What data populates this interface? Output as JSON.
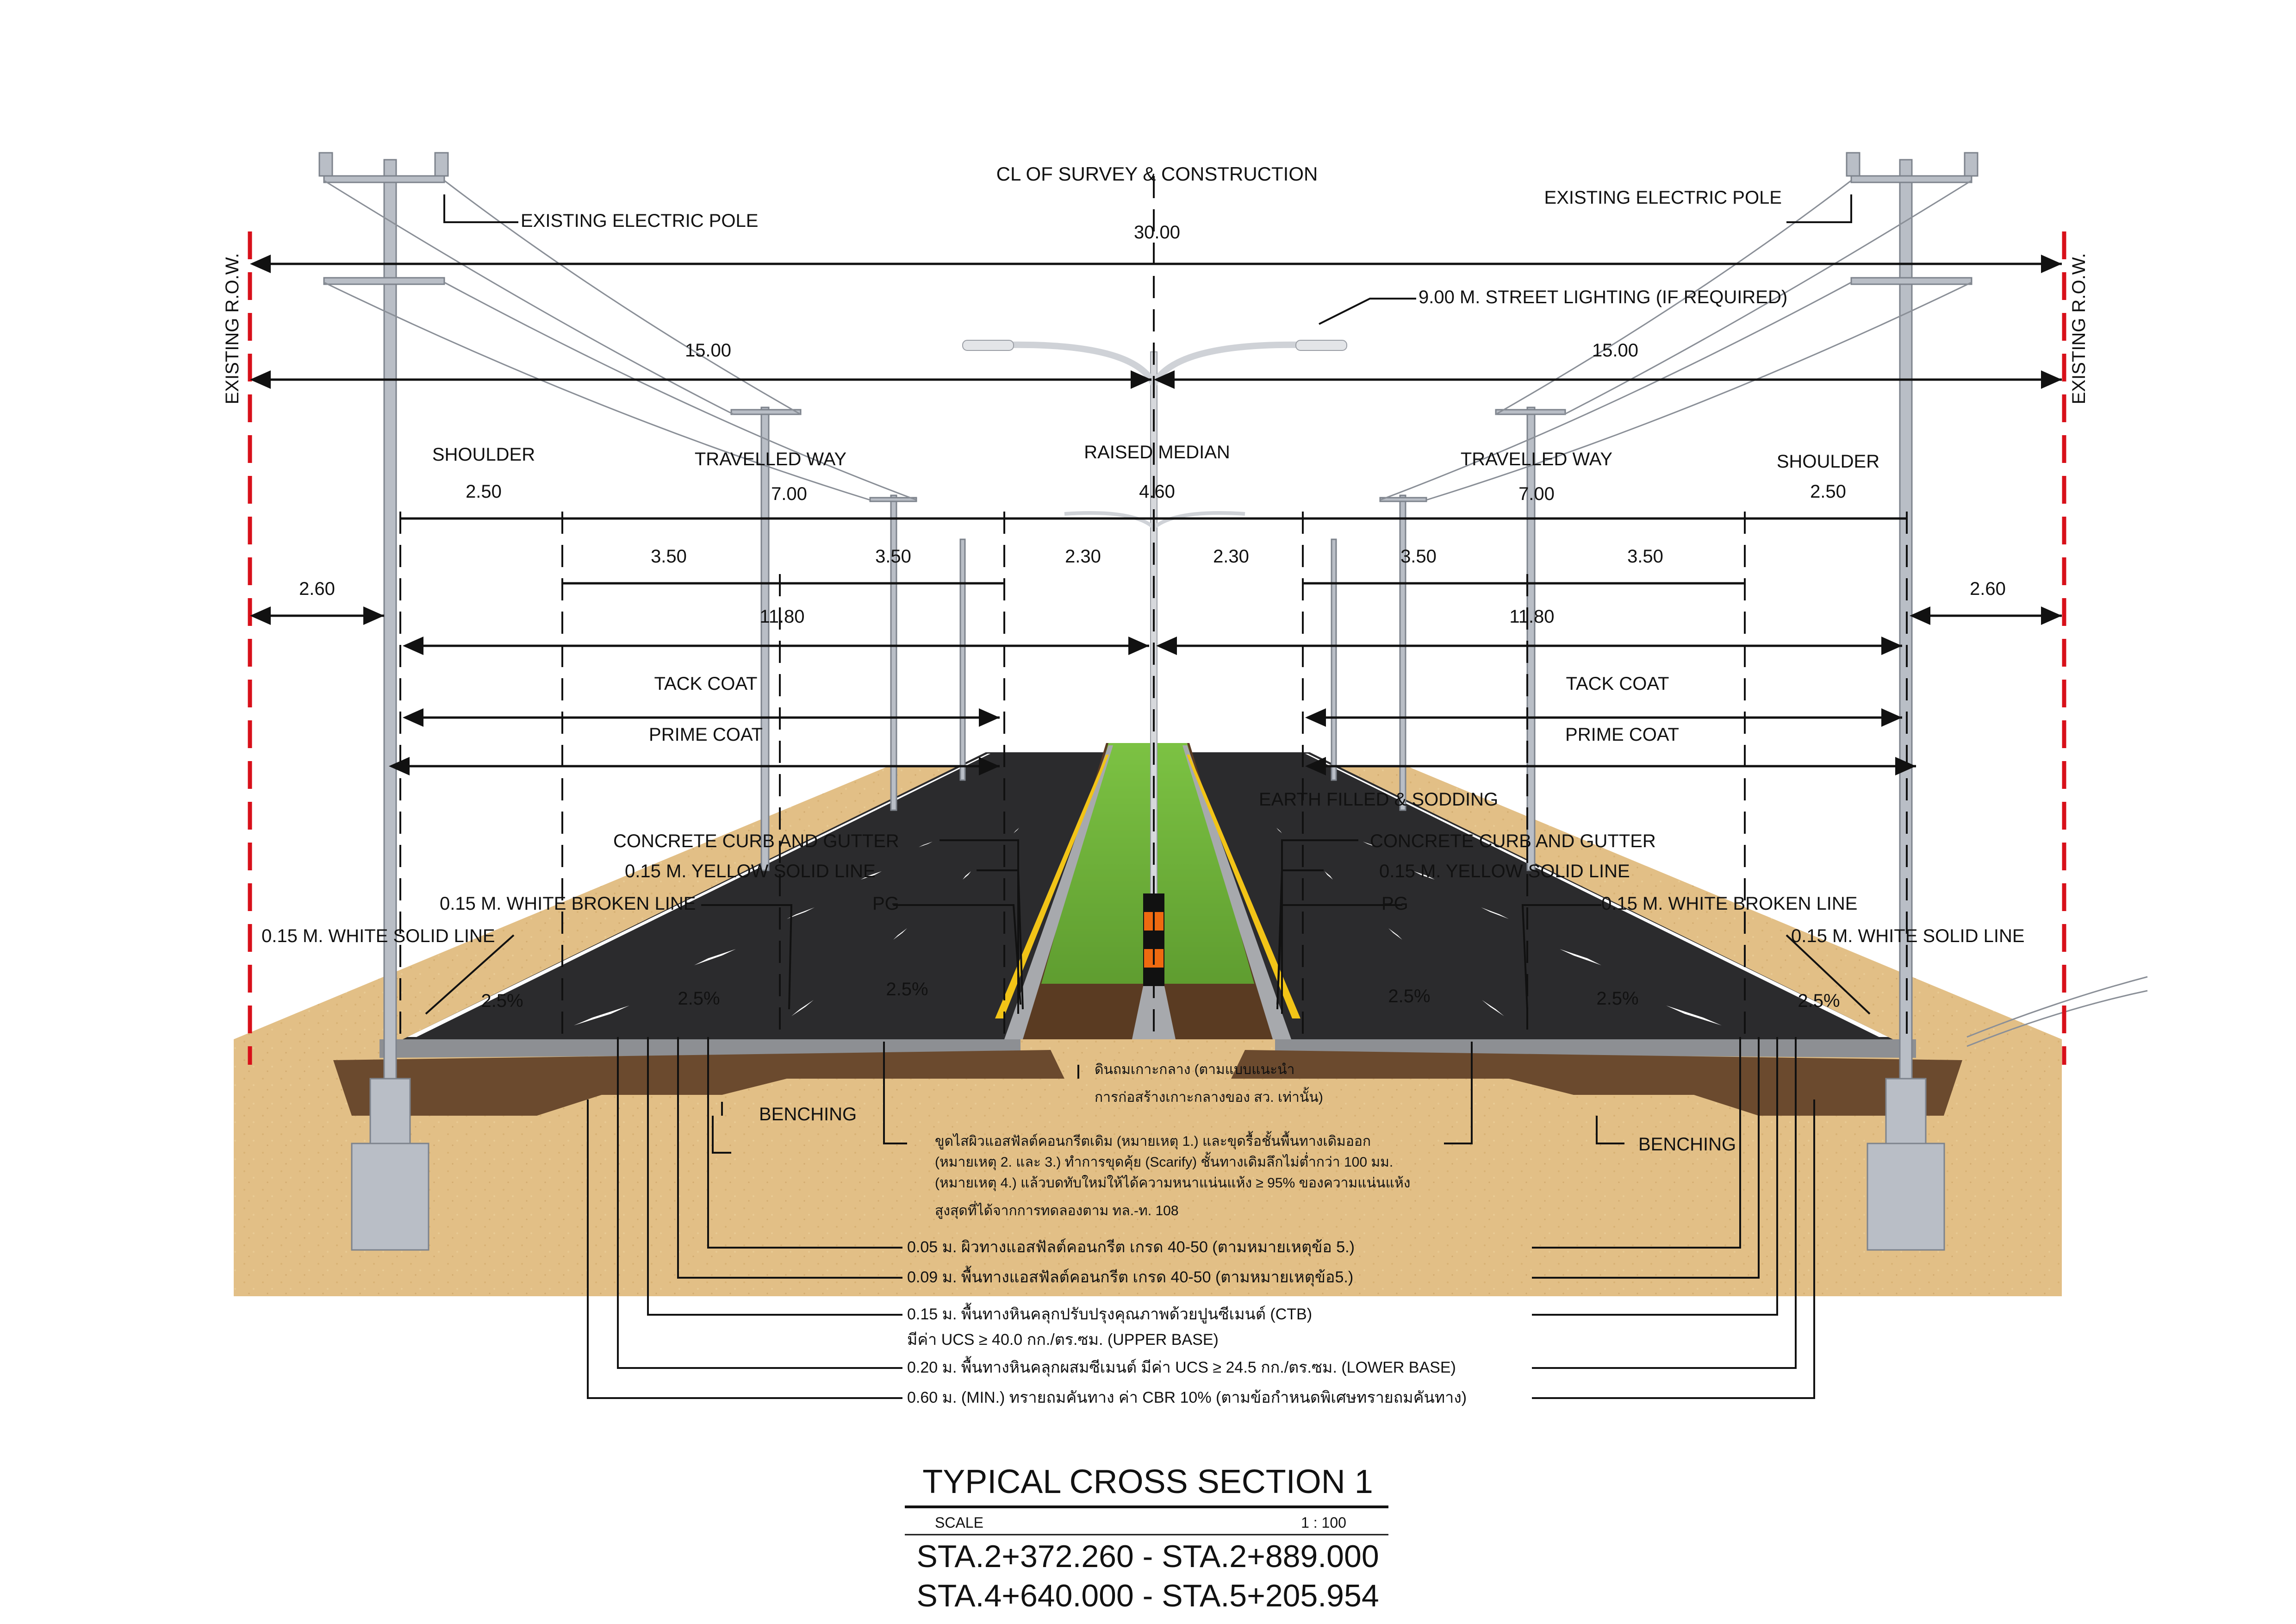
{
  "labels": {
    "cl_survey": "CL OF SURVEY & CONSTRUCTION",
    "existing_pole_left": "EXISTING ELECTRIC POLE",
    "existing_pole_right": "EXISTING ELECTRIC POLE",
    "street_lighting": "9.00 M. STREET LIGHTING (IF REQUIRED)",
    "row_left": "EXISTING R.O.W.",
    "row_right": "EXISTING R.O.W.",
    "shoulder_left": "SHOULDER",
    "travelled_left": "TRAVELLED WAY",
    "raised_median": "RAISED MEDIAN",
    "travelled_right": "TRAVELLED WAY",
    "shoulder_right": "SHOULDER",
    "tack_coat_left": "TACK COAT",
    "tack_coat_right": "TACK COAT",
    "prime_coat_left": "PRIME COAT",
    "prime_coat_right": "PRIME COAT",
    "earth_filled": "EARTH FILLED & SODDING",
    "curb_left": "CONCRETE CURB AND GUTTER",
    "curb_right": "CONCRETE CURB AND GUTTER",
    "yellow_left": "0.15 M. YELLOW SOLID LINE",
    "yellow_right": "0.15 M. YELLOW SOLID LINE",
    "pg_left": "PG",
    "pg_right": "PG",
    "white_broken_left": "0.15 M. WHITE BROKEN LINE",
    "white_broken_right": "0.15 M. WHITE BROKEN LINE",
    "white_solid_left": "0.15 M. WHITE SOLID LINE",
    "white_solid_right": "0.15 M. WHITE SOLID LINE",
    "benching_left": "BENCHING",
    "benching_right": "BENCHING"
  },
  "dimensions": {
    "total": "30.00",
    "half_left": "15.00",
    "half_right": "15.00",
    "shoulder_left": "2.50",
    "travelled_left": "7.00",
    "median": "4.60",
    "travelled_right": "7.00",
    "shoulder_right": "2.50",
    "lane1_left": "3.50",
    "lane2_left": "3.50",
    "median_half_left": "2.30",
    "median_half_right": "2.30",
    "lane2_right": "3.50",
    "lane1_right": "3.50",
    "pave_left": "11.80",
    "pave_right": "11.80",
    "offset_left": "2.60",
    "offset_right": "2.60",
    "slope_1": "2.5%",
    "slope_2": "2.5%",
    "slope_3": "2.5%",
    "slope_4": "2.5%",
    "slope_5": "2.5%",
    "slope_6": "2.5%"
  },
  "notes": {
    "median_fill_1": "ดินถมเกาะกลาง (ตามแบบแนะนำ",
    "median_fill_2": "การก่อสร้างเกาะกลางของ สว. เท่านั้น)",
    "scarify_1": "ขูดไสผิวแอสฟัลต์คอนกรีตเดิม (หมายเหตุ 1.) และขุดรื้อชั้นพื้นทางเดิมออก",
    "scarify_2": "(หมายเหตุ 2. และ 3.) ทำการขุดคุ้ย (Scarify) ชั้นทางเดิมลึกไม่ต่ำกว่า 100 มม.",
    "scarify_3": "(หมายเหตุ 4.) แล้วบดทับใหม่ให้ได้ความหนาแน่นแห้ง ≥ 95% ของความแน่นแห้ง",
    "scarify_4": "สูงสุดที่ได้จากการทดลองตาม ทล.-ท. 108",
    "layer_1": "0.05 ม. ผิวทางแอสฟัลต์คอนกรีต เกรด 40-50 (ตามหมายเหตุข้อ 5.)",
    "layer_2": "0.09 ม. พื้นทางแอสฟัลต์คอนกรีต เกรด 40-50 (ตามหมายเหตุข้อ5.)",
    "layer_3a": "0.15 ม. พื้นทางหินคลุกปรับปรุงคุณภาพด้วยปูนซีเมนต์ (CTB)",
    "layer_3b": "มีค่า UCS ≥ 40.0 กก./ตร.ซม. (UPPER BASE)",
    "layer_4": "0.20 ม. พื้นทางหินคลุกผสมซีเมนต์ มีค่า UCS ≥ 24.5 กก./ตร.ซม. (LOWER BASE)",
    "layer_5": "0.60 ม. (MIN.) ทรายถมคันทาง ค่า CBR 10% (ตามข้อกำหนดพิเศษทรายถมคันทาง)"
  },
  "title": {
    "main": "TYPICAL CROSS SECTION 1",
    "scale_label": "SCALE",
    "scale_value": "1 : 100",
    "station_1": "STA.2+372.260 - STA.2+889.000",
    "station_2": "STA.4+640.000 - STA.5+205.954"
  },
  "colors": {
    "asphalt": "#2b2b2d",
    "sand": "#e2bf86",
    "grass": "#6fae3a",
    "soil": "#6b4a2e",
    "row_line": "#d8101a",
    "yellow_line": "#f2c417"
  }
}
